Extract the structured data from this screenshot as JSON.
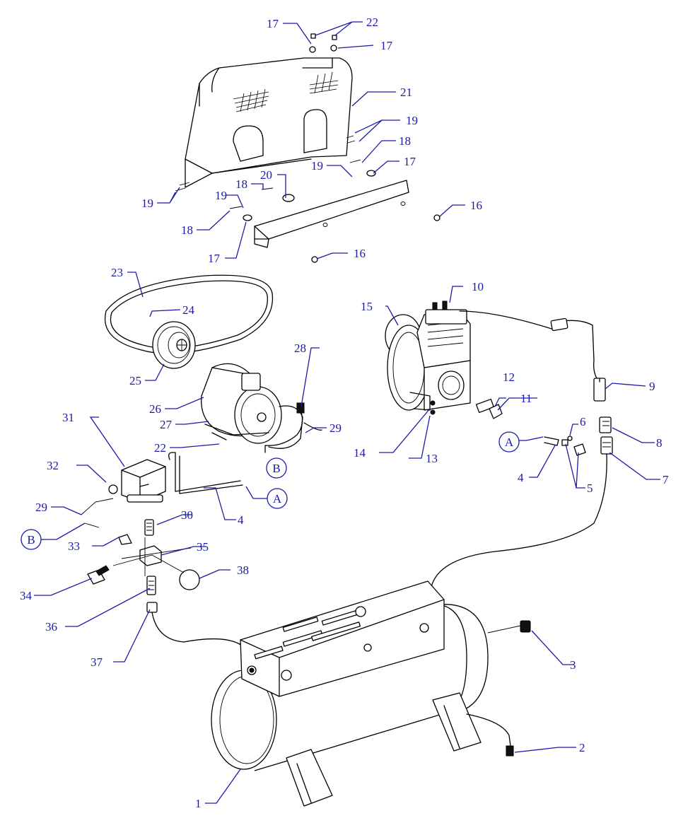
{
  "callouts": {
    "c1": "1",
    "c2": "2",
    "c3": "3",
    "c4a": "4",
    "c4b": "4",
    "c5": "5",
    "c6": "6",
    "c7": "7",
    "c8": "8",
    "c9": "9",
    "c10": "10",
    "c11": "11",
    "c12": "12",
    "c13": "13",
    "c14": "14",
    "c15": "15",
    "c16a": "16",
    "c16b": "16",
    "c17a": "17",
    "c17b": "17",
    "c17c": "17",
    "c17d": "17",
    "c18a": "18",
    "c18b": "18",
    "c18c": "18",
    "c19a": "19",
    "c19b": "19",
    "c19c": "19",
    "c19d": "19",
    "c20": "20",
    "c21": "21",
    "c22a": "22",
    "c22b": "22",
    "c23": "23",
    "c24": "24",
    "c25": "25",
    "c26": "26",
    "c27": "27",
    "c28": "28",
    "c29a": "29",
    "c29b": "29",
    "c30": "30",
    "c31": "31",
    "c32": "32",
    "c33": "33",
    "c34": "34",
    "c35": "35",
    "c36": "36",
    "c37": "37",
    "c38": "38"
  },
  "connectors": {
    "a1": "A",
    "a2": "A",
    "b1": "B",
    "b2": "B"
  },
  "colors": {
    "callout": "#1a1aa6",
    "linework": "#000000"
  }
}
